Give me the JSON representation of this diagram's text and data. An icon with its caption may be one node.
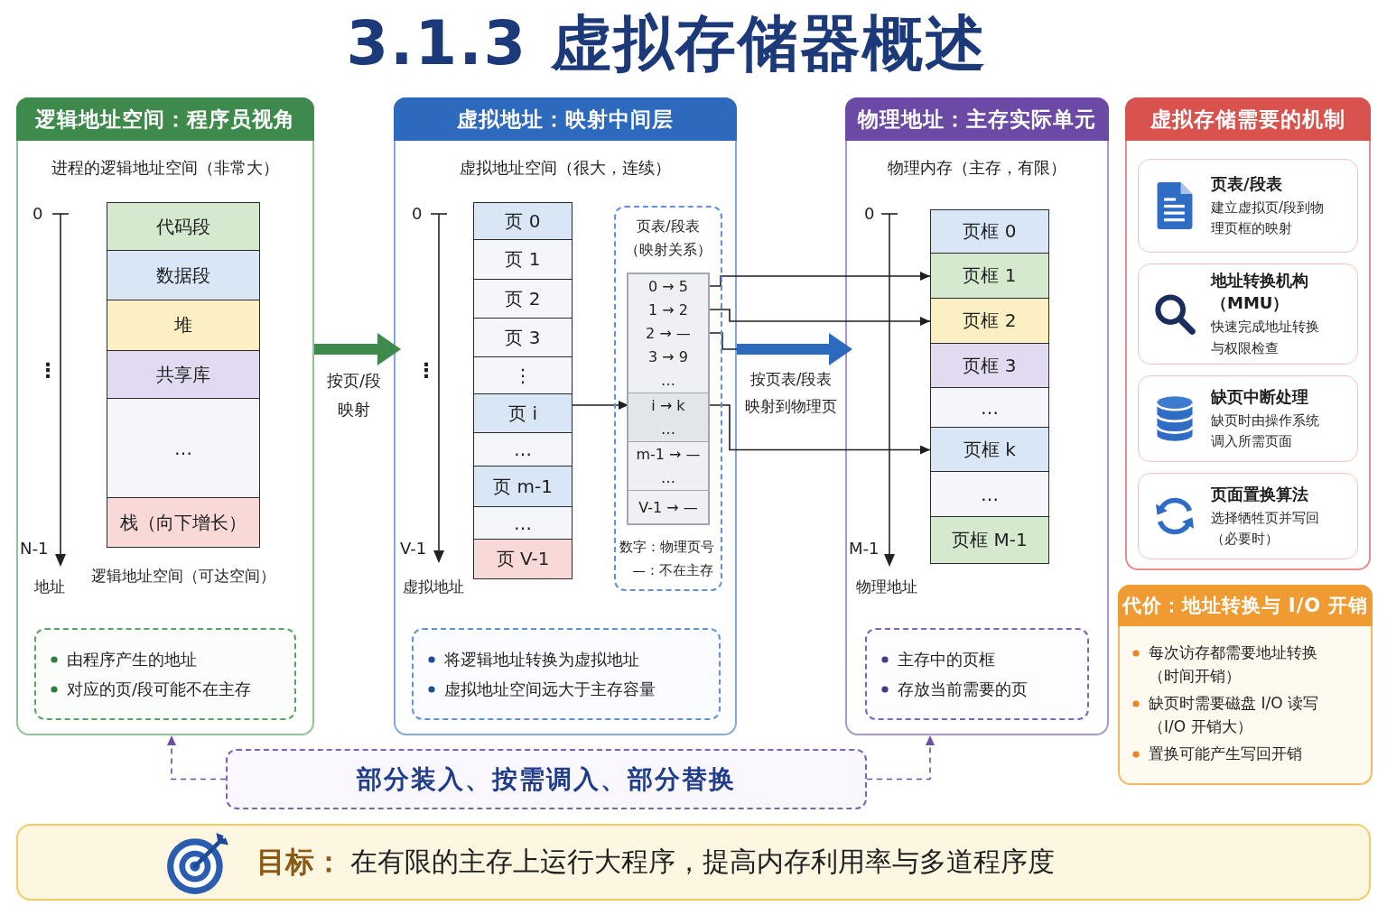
{
  "diagram": {
    "title": "3.1.3 虚拟存储器概述",
    "nodes": [
      {
        "text": [
          "逻辑地址空间：程序员视角"
        ]
      },
      {
        "text": [
          "代码段"
        ],
        "in": 0
      },
      {
        "text": [
          "数据段"
        ],
        "in": 0
      },
      {
        "text": [
          "堆"
        ],
        "in": 0
      },
      {
        "text": [
          "共享库"
        ],
        "in": 0
      },
      {
        "text": [
          "…"
        ],
        "in": 0
      },
      {
        "text": [
          "栈（向下增长）"
        ],
        "in": 0
      },
      {
        "text": [
          "由程序产生的地址",
          "对应的页/段可能不在主存"
        ],
        "in": 0
      },
      {
        "text": [
          "虚拟地址：映射中间层"
        ]
      },
      {
        "text": [
          "页 0"
        ],
        "in": 8
      },
      {
        "text": [
          "页 1"
        ],
        "in": 8
      },
      {
        "text": [
          "页 2"
        ],
        "in": 8
      },
      {
        "text": [
          "页 3"
        ],
        "in": 8
      },
      {
        "text": [
          "⋮"
        ],
        "in": 8
      },
      {
        "text": [
          "页 i"
        ],
        "in": 8
      },
      {
        "text": [
          "…"
        ],
        "in": 8
      },
      {
        "text": [
          "页 m-1"
        ],
        "in": 8
      },
      {
        "text": [
          "…"
        ],
        "in": 8
      },
      {
        "text": [
          "页 V-1"
        ],
        "in": 8
      },
      {
        "text": [
          "页表/段表（映射关系）",
          "数字：物理页号",
          "—：不在主存"
        ],
        "in": 8
      },
      {
        "text": [],
        "shape": "box",
        "in": 19
      },
      {
        "text": [
          "0 → 5"
        ],
        "in": 20
      },
      {
        "text": [
          "1 → 2"
        ],
        "in": 20
      },
      {
        "text": [
          "2 → —"
        ],
        "in": 20
      },
      {
        "text": [
          "3 → 9"
        ],
        "in": 20
      },
      {
        "text": [
          "…"
        ],
        "in": 20
      },
      {
        "text": [
          "i → k"
        ],
        "in": 20
      },
      {
        "text": [
          "…"
        ],
        "in": 20
      },
      {
        "text": [
          "m-1 → —"
        ],
        "in": 20
      },
      {
        "text": [
          "…"
        ],
        "in": 20
      },
      {
        "text": [
          "V-1 → —"
        ],
        "in": 20
      },
      {
        "text": [
          "将逻辑地址转换为虚拟地址",
          "虚拟地址空间远大于主存容量"
        ],
        "in": 8
      },
      {
        "text": [
          "物理地址：主存实际单元"
        ]
      },
      {
        "text": [
          "页框 0"
        ],
        "in": 32
      },
      {
        "text": [
          "页框 1"
        ],
        "in": 32
      },
      {
        "text": [
          "页框 2"
        ],
        "in": 32
      },
      {
        "text": [
          "页框 3"
        ],
        "in": 32
      },
      {
        "text": [
          "…"
        ],
        "in": 32
      },
      {
        "text": [
          "页框 k"
        ],
        "in": 32
      },
      {
        "text": [
          "…"
        ],
        "in": 32
      },
      {
        "text": [
          "页框 M-1"
        ],
        "in": 32
      },
      {
        "text": [
          "主存中的页框",
          "存放当前需要的页"
        ],
        "in": 32
      },
      {
        "text": [
          "虚拟存储需要的机制"
        ]
      },
      {
        "text": [
          "页表/段表",
          "建立虚拟页/段到物理页框的映射"
        ],
        "in": 42
      },
      {
        "text": [
          "地址转换机构（MMU）",
          "快速完成地址转换与权限检查"
        ],
        "in": 42
      },
      {
        "text": [
          "缺页中断处理",
          "缺页时由操作系统调入所需页面"
        ],
        "in": 42
      },
      {
        "text": [
          "页面置换算法",
          "选择牺牲页并写回（必要时）"
        ],
        "in": 42
      },
      {
        "text": [
          "代价：地址转换与 I/O 开销",
          "每次访存都需要地址转换（时间开销）",
          "缺页时需要磁盘 I/O 读写（I/O 开销大）",
          "置换可能产生写回开销"
        ]
      },
      {
        "text": [
          "部分装入、按需调入、部分替换"
        ]
      },
      {
        "text": [
          "目标：",
          "在有限的主存上运行大程序，提高内存利用率与多道程序度"
        ]
      }
    ],
    "edges": [
      {
        "from": 0,
        "to": 8,
        "arrow": "to",
        "label": "按页/段映射",
        "style": "thick",
        "color": "#3e8a4c"
      },
      {
        "from": 14,
        "to": 26,
        "arrow": "to"
      },
      {
        "from": 21,
        "to": 34,
        "arrow": "to"
      },
      {
        "from": 22,
        "to": 35,
        "arrow": "to"
      },
      {
        "from": 23,
        "to": null,
        "arrow": "none"
      },
      {
        "from": 26,
        "to": 38,
        "arrow": "to"
      },
      {
        "from": 8,
        "to": 32,
        "arrow": "to",
        "label": "按页表/段表映射到物理页",
        "style": "thick",
        "color": "#2d69bd"
      },
      {
        "from": 48,
        "to": 0,
        "arrow": "to",
        "style": "dashed",
        "color": "#6b4fa8"
      },
      {
        "from": 48,
        "to": 32,
        "arrow": "to",
        "style": "dashed",
        "color": "#6b4fa8"
      }
    ],
    "labels": [
      "进程的逻辑地址空间（非常大）",
      "0",
      "⋮",
      "N-1",
      "地址",
      "逻辑地址空间（可达空间）",
      "虚拟地址空间（很大，连续）",
      "0",
      "⋮",
      "V-1",
      "虚拟地址",
      "物理内存（主存，有限）",
      "0",
      "M-1",
      "物理地址"
    ]
  }
}
